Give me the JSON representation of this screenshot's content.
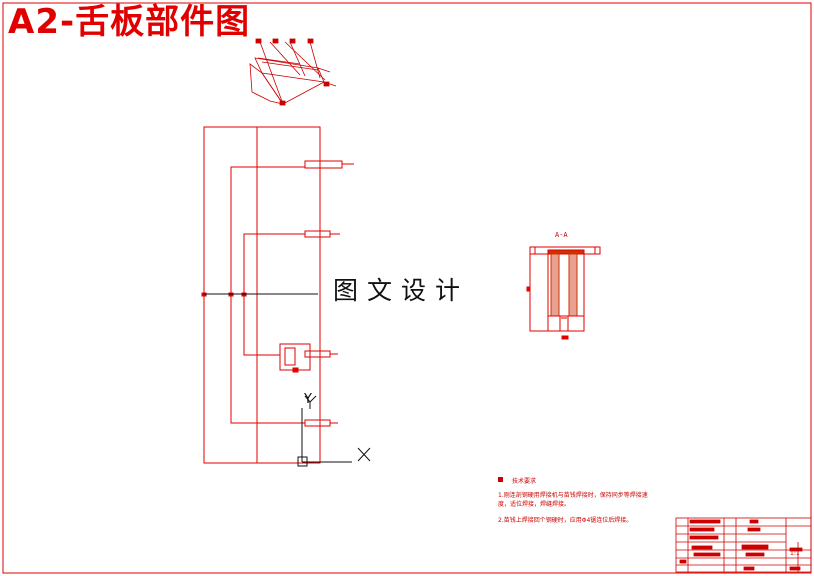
{
  "drawing": {
    "title": "A2-舌板部件图",
    "watermark": "图文设计",
    "section_label": "A-A",
    "axis_y": "Y",
    "axis_x": "X",
    "scale": "1:1",
    "colors": {
      "line": "#e00000",
      "dark": "#111111",
      "hatch": "#cc3300"
    }
  },
  "technical_requirements": {
    "heading": "技术要求",
    "items": [
      "1.刚连剖钢硬用焊接机与苗钱焊接时，保持同步等焊接速度，适位焊接，焊缝焊接。",
      "2.苗钱上焊接回个钢硬时，应用Φ4锯连位后焊接。"
    ]
  }
}
